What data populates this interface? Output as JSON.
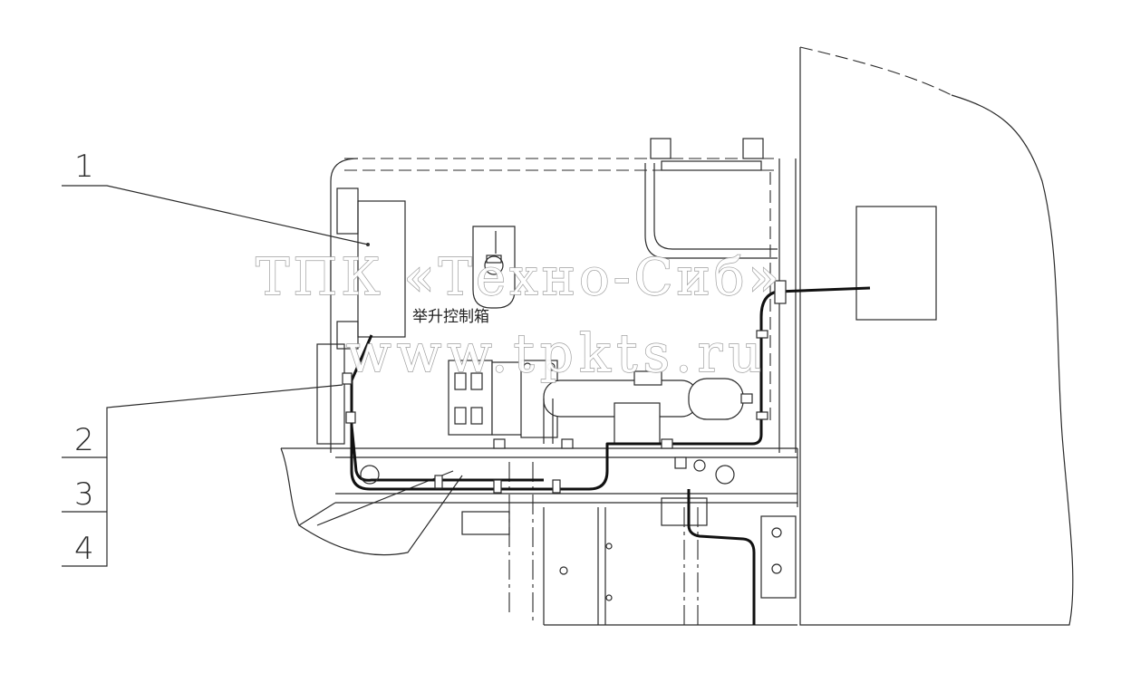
{
  "callouts": [
    "1",
    "2",
    "3",
    "4"
  ],
  "component_label": "举升控制箱",
  "watermark": {
    "line1": "ТПК «Техно-Сиб»",
    "line2": "www.tpkts.ru"
  }
}
